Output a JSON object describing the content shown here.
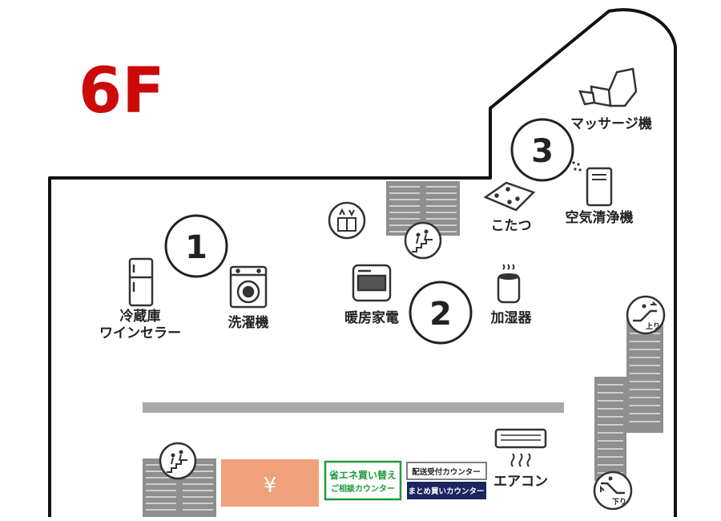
{
  "floor": {
    "label": "6F",
    "color": "#cc0a0a"
  },
  "zones": [
    {
      "number": "1"
    },
    {
      "number": "2"
    },
    {
      "number": "3"
    }
  ],
  "labels": {
    "refrigerator_line1": "冷蔵庫",
    "refrigerator_line2": "ワインセラー",
    "washer": "洗濯機",
    "heater": "暖房家電",
    "humidifier": "加湿器",
    "kotatsu": "こたつ",
    "air_purifier": "空気清浄機",
    "massage": "マッサージ機",
    "aircon": "エアコン"
  },
  "escalators": {
    "up": "上り",
    "down": "下り"
  },
  "counters": {
    "cashier": "¥",
    "eco_line1": "省エネ買い替え",
    "eco_line2": "ご相談カウンター",
    "delivery": "配送受付カウンター",
    "bulk": "まとめ買いカウンター"
  },
  "colors": {
    "brand_red": "#cc0a0a",
    "cashier": "#f0a07a",
    "eco_green": "#1f9b3a",
    "navy": "#1b2560",
    "stairs": "#8f8f8f"
  }
}
